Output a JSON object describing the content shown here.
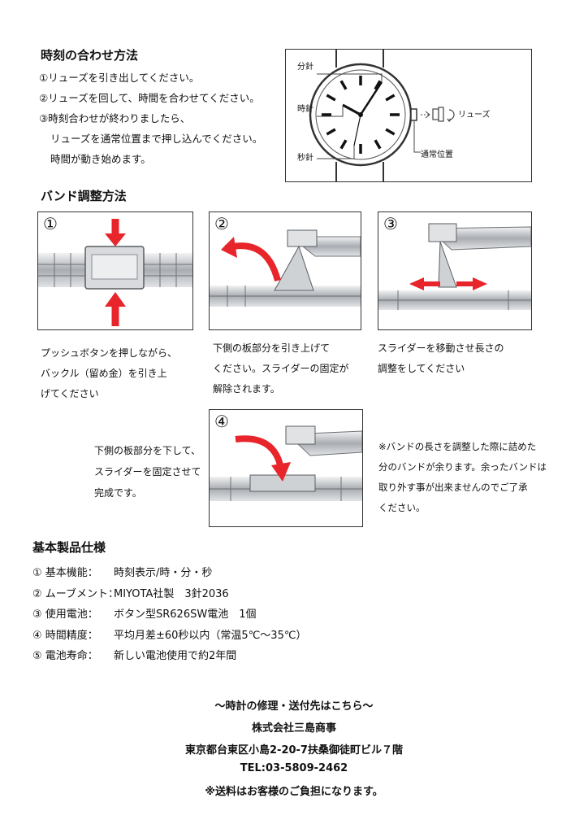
{
  "time_setting": {
    "title": "時刻の合わせ方法",
    "steps": [
      "①リューズを引き出してください。",
      "②リューズを回して、時間を合わせてください。",
      "③時刻合わせが終わりましたら、",
      "リューズを通常位置まで押し込んでください。",
      "時間が動き始めます。"
    ],
    "diagram": {
      "minute_hand": "分針",
      "hour_hand": "時針",
      "second_hand": "秒針",
      "crown": "リューズ",
      "normal_position": "通常位置"
    }
  },
  "band": {
    "title": "バンド調整方法",
    "panels": [
      {
        "num": "①",
        "caption": [
          "プッシュボタンを押しながら、",
          "バックル（留め金）を引き上",
          "げてください"
        ]
      },
      {
        "num": "②",
        "caption": [
          "下側の板部分を引き上げて",
          "ください。スライダーの固定が",
          "解除されます。"
        ]
      },
      {
        "num": "③",
        "caption": [
          "スライダーを移動させ長さの",
          "調整をしてください"
        ]
      },
      {
        "num": "④",
        "caption": [
          "下側の板部分を下して、",
          "スライダーを固定させて",
          "完成です。"
        ]
      }
    ],
    "note": [
      "※バンドの長さを調整した際に詰めた",
      "分のバンドが余ります。余ったバンドは",
      "取り外す事が出来ませんのでご了承",
      "ください。"
    ]
  },
  "specs": {
    "title": "基本製品仕様",
    "items": [
      {
        "label": "① 基本機能：",
        "value": "時刻表示/時・分・秒"
      },
      {
        "label": "② ムーブメント：",
        "value": "MIYOTA社製　3針2036"
      },
      {
        "label": "③ 使用電池：",
        "value": "ボタン型SR626SW電池　1個"
      },
      {
        "label": "④ 時間精度：",
        "value": "平均月差±60秒以内（常温5℃～35℃）"
      },
      {
        "label": "⑤ 電池寿命：",
        "value": "新しい電池使用で約2年間"
      }
    ]
  },
  "contact": {
    "heading": "～時計の修理・送付先はこちら～",
    "company": "株式会社三島商事",
    "address": "東京都台東区小島2-20-7扶桑御徒町ビル７階",
    "tel": "TEL:03-5809-2462",
    "shipping": "※送料はお客様のご負担になります。"
  },
  "colors": {
    "arrow": "#e8252a",
    "metal_light": "#e4e6e8",
    "metal_dark": "#7c8085"
  }
}
